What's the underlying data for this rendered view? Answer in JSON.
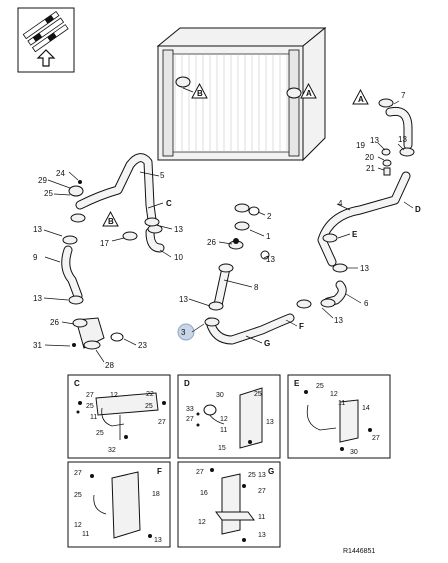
{
  "drawing_id": "R1446851",
  "callouts": {
    "n1": "1",
    "n2": "2",
    "n3": "3",
    "n4": "4",
    "n5": "5",
    "n6": "6",
    "n7": "7",
    "n8": "8",
    "n9": "9",
    "n10": "10",
    "n11": "11",
    "n12": "12",
    "n13": "13",
    "n14": "14",
    "n15": "15",
    "n16": "16",
    "n17": "17",
    "n18": "18",
    "n19": "19",
    "n20": "20",
    "n21": "21",
    "n22": "22",
    "n23": "23",
    "n24": "24",
    "n25": "25",
    "n26": "26",
    "n27": "27",
    "n28": "28",
    "n29": "29",
    "n30": "30",
    "n31": "31",
    "n32": "32",
    "n33": "33"
  },
  "refs": {
    "A": "A",
    "B": "B",
    "C": "C",
    "D": "D",
    "E": "E",
    "F": "F",
    "G": "G"
  },
  "highlight_color": "#c9d6e8"
}
